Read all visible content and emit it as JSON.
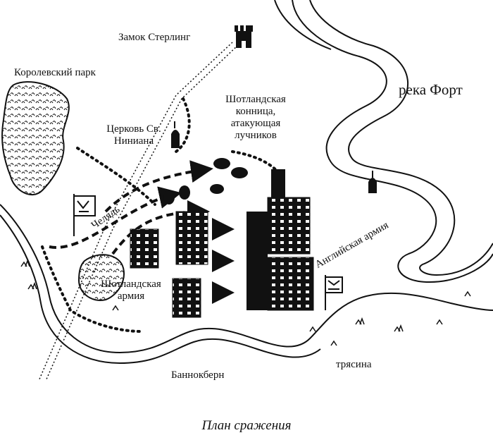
{
  "labels": {
    "castle": "Замок Стерлинг",
    "royal_park": "Королевский парк",
    "church": "Церковь Св. Ниниана",
    "scottish_cavalry": "Шотландская конница, атакующая лучников",
    "river": "река Форт",
    "camp_followers": "Челядь",
    "scottish_army": "Шотландская армия",
    "english_army": "Английская армия",
    "bannockburn": "Баннокберн",
    "bog": "трясина"
  },
  "caption": "План сражения",
  "colors": {
    "ink": "#111111",
    "paper": "#ffffff"
  },
  "icons": [
    "castle-icon",
    "church-icon",
    "chapel-icon",
    "scottish-banner-icon",
    "english-banner-icon",
    "forest-icon",
    "marsh-tuft-icon",
    "arrow-icon"
  ]
}
